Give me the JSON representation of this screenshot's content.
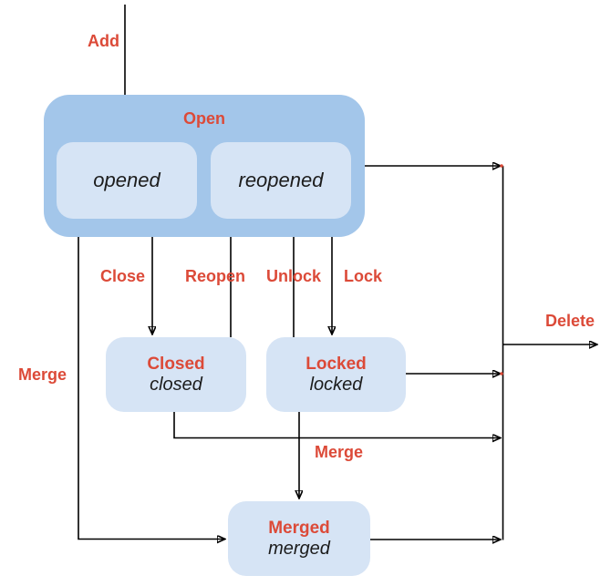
{
  "colors": {
    "background": "#ffffff",
    "open_container": "#a3c6ea",
    "state_box": "#d6e4f5",
    "accent_red": "#dc4a38",
    "text_dark": "#1c1c1c",
    "line": "#000000"
  },
  "nodes": {
    "open": {
      "label": "Open"
    },
    "opened": {
      "label": "opened"
    },
    "reopened": {
      "label": "reopened"
    },
    "closed": {
      "title": "Closed",
      "subtitle": "closed"
    },
    "locked": {
      "title": "Locked",
      "subtitle": "locked"
    },
    "merged": {
      "title": "Merged",
      "subtitle": "merged"
    }
  },
  "edges": {
    "add": {
      "label": "Add",
      "from": "start",
      "to": "opened"
    },
    "close": {
      "label": "Close",
      "from": "open",
      "to": "closed"
    },
    "reopen": {
      "label": "Reopen",
      "from": "closed",
      "to": "reopened"
    },
    "unlock": {
      "label": "Unlock",
      "from": "locked",
      "to": "reopened"
    },
    "lock": {
      "label": "Lock",
      "from": "reopened",
      "to": "locked"
    },
    "merge_open": {
      "label": "Merge",
      "from": "open",
      "to": "merged"
    },
    "merge_locked": {
      "label": "Merge",
      "from": "locked",
      "to": "merged"
    },
    "open_delete": {
      "label": "",
      "from": "open",
      "to": "delete-line"
    },
    "closed_delete": {
      "label": "",
      "from": "closed",
      "to": "delete-line"
    },
    "locked_delete": {
      "label": "",
      "from": "locked",
      "to": "delete-line"
    },
    "merged_delete": {
      "label": "",
      "from": "merged",
      "to": "delete-line"
    },
    "delete": {
      "label": "Delete",
      "from": "delete-line",
      "to": "end"
    }
  }
}
